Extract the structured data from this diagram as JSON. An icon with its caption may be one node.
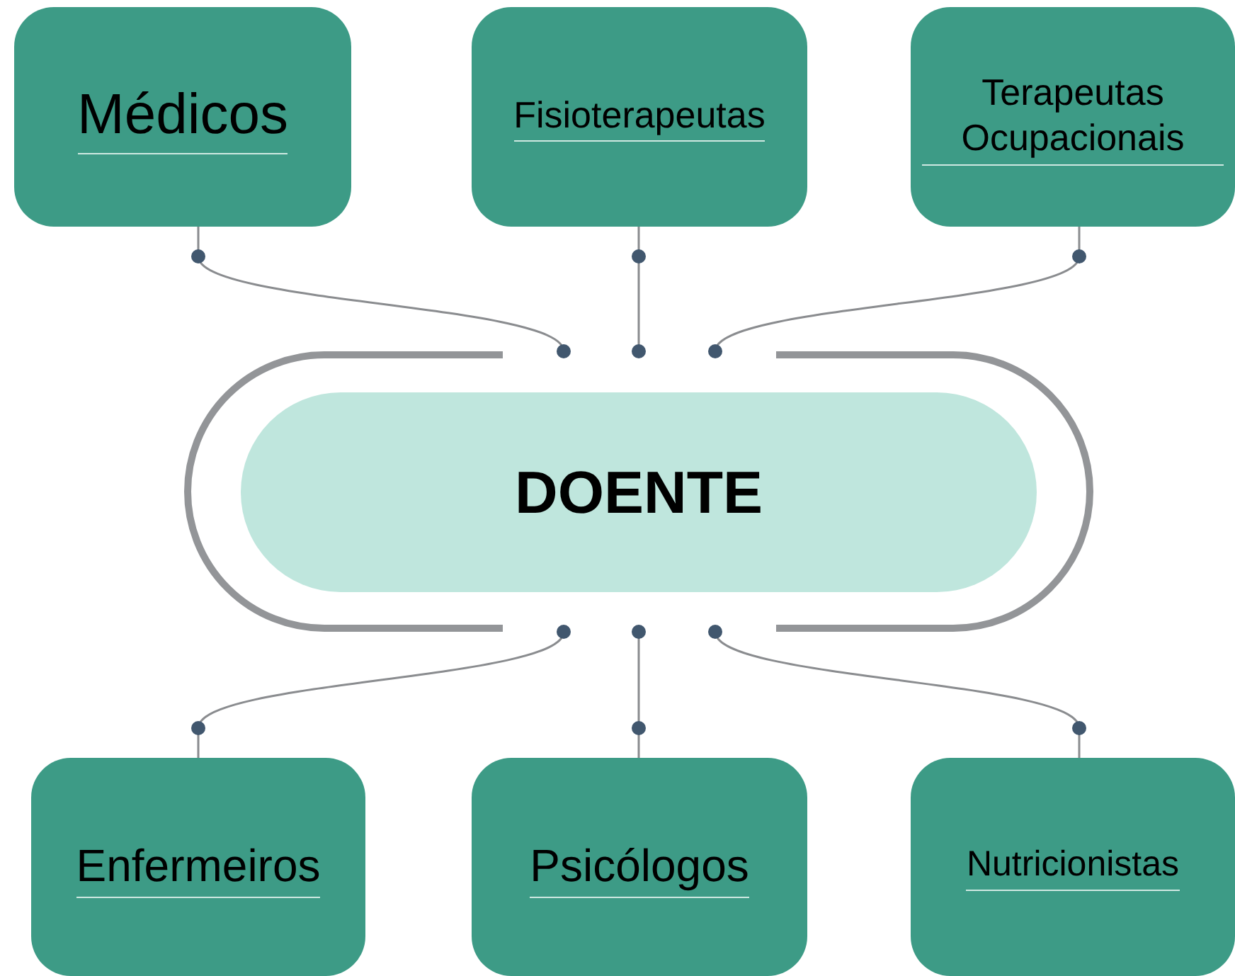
{
  "diagram": {
    "nodes": [
      {
        "text": [
          "Médicos"
        ]
      },
      {
        "text": [
          "Fisioterapeutas"
        ]
      },
      {
        "text": [
          "Terapeutas Ocupacionais"
        ]
      },
      {
        "text": [
          "DOENTE"
        ]
      },
      {
        "text": [
          "Enfermeiros"
        ]
      },
      {
        "text": [
          "Psicólogos"
        ]
      },
      {
        "text": [
          "Nutricionistas"
        ]
      }
    ],
    "edges": [
      {
        "from": 0,
        "to": 3,
        "arrow": "other"
      },
      {
        "from": 1,
        "to": 3,
        "arrow": "other"
      },
      {
        "from": 2,
        "to": 3,
        "arrow": "other"
      },
      {
        "from": 4,
        "to": 3,
        "arrow": "other"
      },
      {
        "from": 5,
        "to": 3,
        "arrow": "other"
      },
      {
        "from": 6,
        "to": 3,
        "arrow": "other"
      }
    ]
  }
}
